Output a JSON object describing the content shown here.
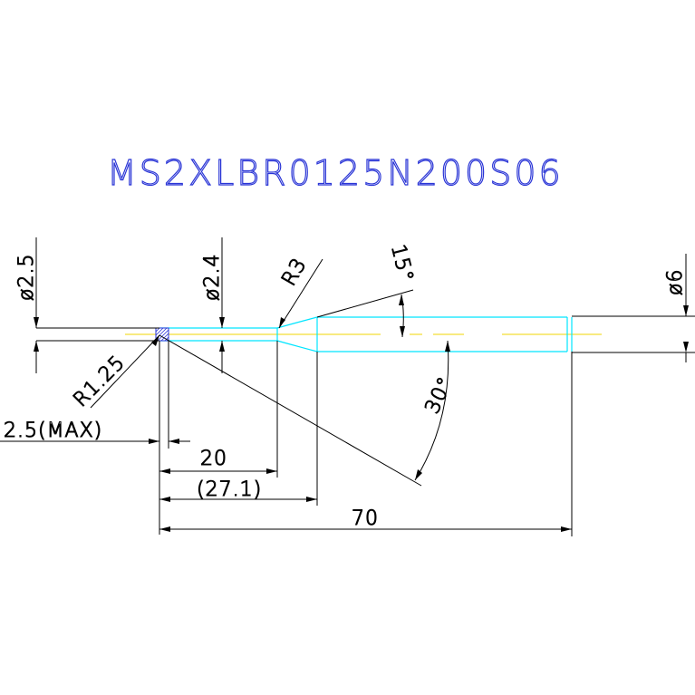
{
  "title": "MS2XLBR0125N200S06",
  "dimensions": {
    "d_ball": "ø2.5",
    "d_neck": "ø2.4",
    "d_shank": "ø6",
    "r_ball": "R1.25",
    "r_transition": "R3",
    "taper_angle": "15°",
    "helix_angle": "30°",
    "chamfer_max": "2.5(MAX)",
    "len_neck": "20",
    "len_ref": "(27.1)",
    "len_total": "70"
  },
  "colors": {
    "title": "#2a35d6",
    "outline": "#000000",
    "tool_body": "#00e5ff",
    "centerline": "#f2d400",
    "tip_hatch": "#2a35d6"
  }
}
